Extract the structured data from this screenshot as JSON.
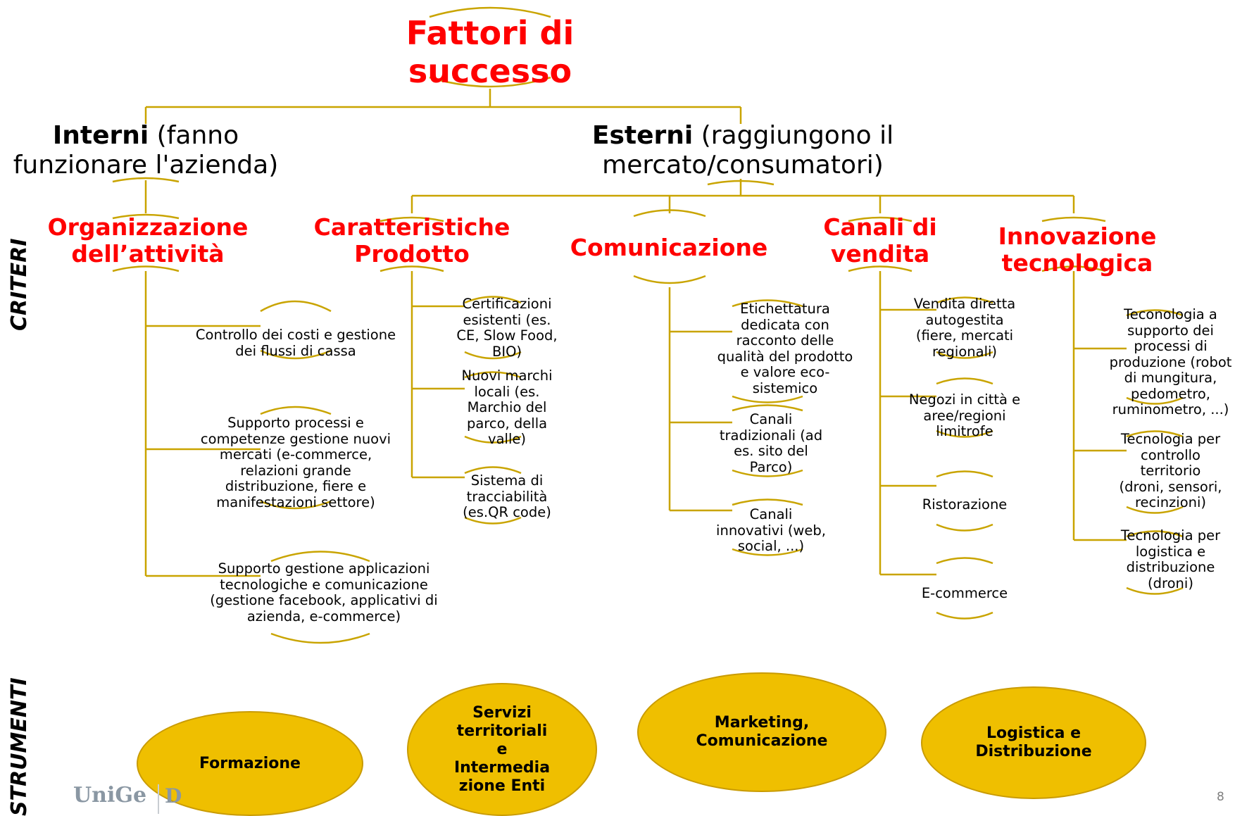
{
  "root": {
    "line1": "Fattori di",
    "line2": "successo"
  },
  "interni": {
    "bold": "Interni",
    "rest1": " (fanno",
    "line2": "funzionare l'azienda)"
  },
  "esterni": {
    "bold": "Esterni",
    "rest1": " (raggiungono il",
    "line2": "mercato/consumatori)"
  },
  "criteri": {
    "organizzazione": {
      "line1": "Organizzazione",
      "line2": "dell’attività"
    },
    "caratteristiche": {
      "line1": "Caratteristiche",
      "line2": "Prodotto"
    },
    "comunicazione": {
      "line1": "Comunicazione"
    },
    "canali": {
      "line1": "Canali di",
      "line2": "vendita"
    },
    "innovazione": {
      "line1": "Innovazione",
      "line2": "tecnologica"
    }
  },
  "leaves": {
    "org1": [
      "Controllo dei costi e gestione",
      "dei flussi di cassa"
    ],
    "org2": [
      "Supporto processi e",
      "competenze gestione nuovi",
      "mercati (e-commerce,",
      "relazioni grande",
      "distribuzione, fiere e",
      "manifestazioni settore)"
    ],
    "org3": [
      "Supporto gestione applicazioni",
      "tecnologiche e comunicazione",
      "(gestione facebook, applicativi di",
      "azienda, e-commerce)"
    ],
    "car1": [
      "Certificazioni",
      "esistenti (es.",
      "CE, Slow Food,",
      "BIO)"
    ],
    "car2": [
      "Nuovi marchi",
      "locali (es.",
      "Marchio del",
      "parco, della",
      "valle)"
    ],
    "car3": [
      "Sistema di",
      "tracciabilità",
      "(es.QR code)"
    ],
    "com1": [
      "Etichettatura",
      "dedicata con",
      "racconto delle",
      "qualità del prodotto",
      "e valore eco-",
      "sistemico"
    ],
    "com2": [
      "Canali",
      "tradizionali (ad",
      "es. sito del",
      "Parco)"
    ],
    "com3": [
      "Canali",
      "innovativi (web,",
      "social, ...)"
    ],
    "can1": [
      "Vendita diretta",
      "autogestita",
      "(fiere, mercati",
      "regionali)"
    ],
    "can2": [
      "Negozi in città e",
      "aree/regioni",
      "limitrofe"
    ],
    "can3": [
      "Ristorazione"
    ],
    "can4": [
      "E-commerce"
    ],
    "inn1": [
      "Teconologia a",
      "supporto dei",
      "processi di",
      "produzione (robot",
      "di mungitura,",
      "pedometro,",
      "ruminometro, ...)"
    ],
    "inn2": [
      "Tecnologia per",
      "controllo",
      "territorio",
      "(droni, sensori,",
      "recinzioni)"
    ],
    "inn3": [
      "Tecnologia per",
      "logistica e",
      "distribuzione",
      "(droni)"
    ]
  },
  "side_labels": {
    "criteri": "CRITERI",
    "strumenti": "STRUMENTI"
  },
  "strumenti": {
    "formazione": [
      "Formazione"
    ],
    "servizi": [
      "Servizi",
      "territoriali",
      "e",
      "Intermedia",
      "zione Enti"
    ],
    "marketing": [
      "Marketing,",
      "Comunicazione"
    ],
    "logistica": [
      "Logistica e",
      "Distribuzione"
    ]
  },
  "footer": {
    "logo": "UniGe",
    "logo_tail": "D",
    "page_number": "8"
  },
  "colors": {
    "line": "#c9a400",
    "accent_red": "#ff0000",
    "ellipse_fill": "#efbf00"
  }
}
